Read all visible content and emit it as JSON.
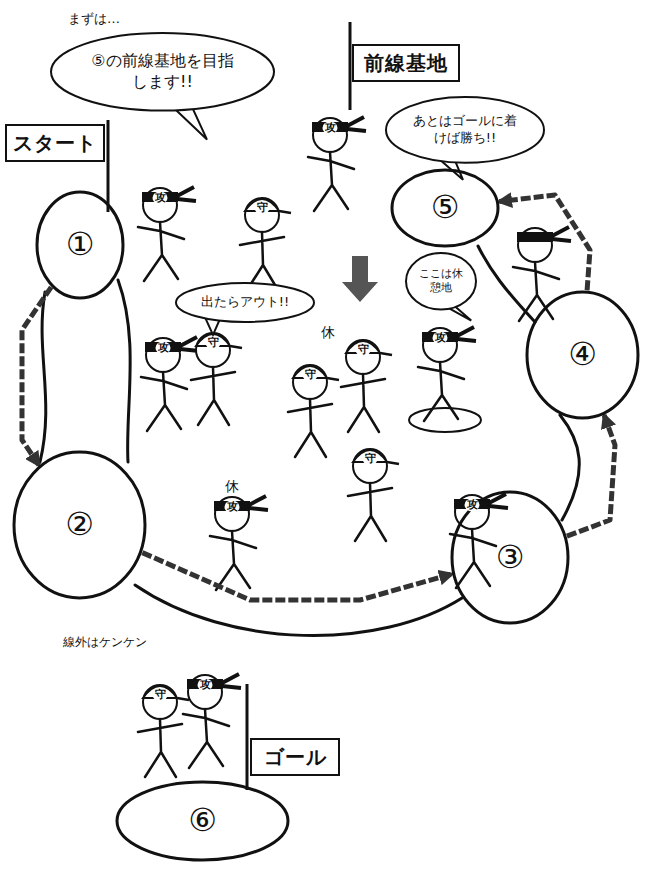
{
  "diagram": {
    "nodes": [
      {
        "text": [
          "まずは…",
          "⑤の前線基地を目指します!!"
        ]
      },
      {
        "text": [
          "スタート"
        ]
      },
      {
        "text": [
          "前線基地"
        ]
      },
      {
        "text": [
          "あとはゴールに着けば勝ち!!"
        ]
      },
      {
        "text": [
          "①"
        ]
      },
      {
        "text": [
          "⑤"
        ]
      },
      {
        "text": [
          "出たらアウト!!"
        ]
      },
      {
        "text": [
          "ここは休憩地"
        ]
      },
      {
        "text": [
          "④"
        ]
      },
      {
        "text": [
          "②"
        ]
      },
      {
        "text": [
          "③"
        ]
      },
      {
        "text": [
          "ゴール"
        ]
      },
      {
        "text": [
          "⑥"
        ]
      }
    ],
    "edges": [
      {
        "from": 4,
        "to": 9,
        "arrow": "to"
      },
      {
        "from": 9,
        "to": 10,
        "arrow": "to"
      },
      {
        "from": 10,
        "to": 8,
        "arrow": "to"
      },
      {
        "from": 8,
        "to": 5,
        "arrow": "to"
      }
    ],
    "labels": [
      "休",
      "休",
      "線外はケンケン",
      "攻",
      "攻",
      "守",
      "攻",
      "守",
      "守",
      "守",
      "攻",
      "攻",
      "守",
      "攻",
      "攻",
      "守"
    ]
  }
}
